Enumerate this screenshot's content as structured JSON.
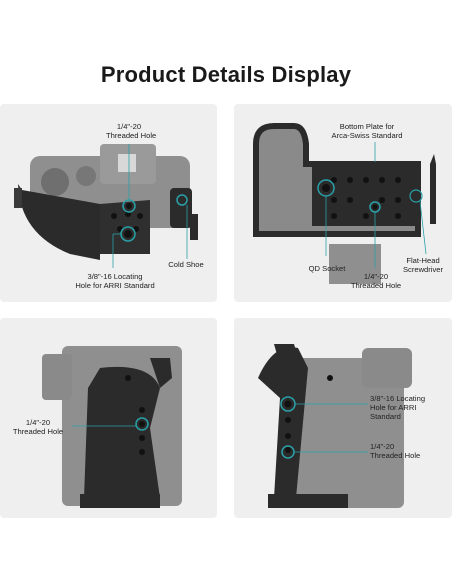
{
  "page": {
    "title": "Product Details Display"
  },
  "panels": [
    {
      "labels": {
        "top": [
          "1/4\"-20",
          "Threaded Hole"
        ],
        "right": [
          "Cold Shoe"
        ],
        "bottom": [
          "3/8\"-16 Locating",
          "Hole for ARRI Standard"
        ]
      }
    },
    {
      "labels": {
        "top": [
          "Bottom Plate for",
          "Arca-Swiss Standard"
        ],
        "left": [
          "QD Socket"
        ],
        "middle": [
          "1/4\"-20",
          "Threaded Hole"
        ],
        "right": [
          "Flat-Head",
          "Screwdriver"
        ]
      }
    },
    {
      "labels": {
        "left": [
          "1/4\"-20",
          "Threaded Hole"
        ]
      }
    },
    {
      "labels": {
        "upper_right": [
          "3/8\"-16 Locating",
          "Hole for ARRI",
          "Standard"
        ],
        "lower_right": [
          "1/4\"-20",
          "Threaded Hole"
        ]
      }
    }
  ],
  "colors": {
    "accent": "#2aa0a8",
    "panel_bg": "#efefef",
    "camera_body": "#8f8f8f",
    "cage_metal": "#2b2b2b"
  }
}
